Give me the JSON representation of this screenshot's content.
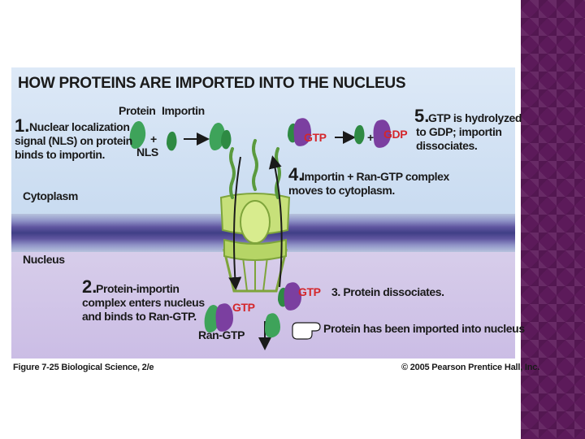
{
  "title": "HOW PROTEINS ARE IMPORTED INTO THE NUCLEUS",
  "labels": {
    "protein": "Protein",
    "importin": "Importin",
    "nls": "NLS",
    "plus": "+",
    "cytoplasm": "Cytoplasm",
    "nucleus": "Nucleus",
    "gtp": "GTP",
    "gdp": "GDP",
    "ran_gtp": "Ran-GTP"
  },
  "steps": {
    "step1_num": "1.",
    "step1_line1": "Nuclear localization",
    "step1_line2": "signal (NLS) on protein",
    "step1_line3": "binds to importin.",
    "step2_num": "2.",
    "step2_line1": "Protein-importin",
    "step2_line2": "complex enters nucleus",
    "step2_line3": "and binds to Ran-GTP.",
    "step3": "3. Protein dissociates.",
    "step4_num": "4.",
    "step4_line1": "Importin + Ran-GTP complex",
    "step4_line2": "moves to cytoplasm.",
    "step5_num": "5.",
    "step5_line1": "GTP is hydrolyzed",
    "step5_line2": "to GDP; importin",
    "step5_line3": "dissociates."
  },
  "imported_note": "Protein has been imported into nucleus",
  "caption_left": "Figure 7-25  Biological Science, 2/e",
  "caption_right": "© 2005 Pearson Prentice Hall, Inc.",
  "colors": {
    "protein": "#3ea35a",
    "importin": "#2e8a43",
    "ran": "#7b3fa0",
    "nucleotide_text": "#d4262b",
    "sidebar": "#5c1a5a"
  }
}
